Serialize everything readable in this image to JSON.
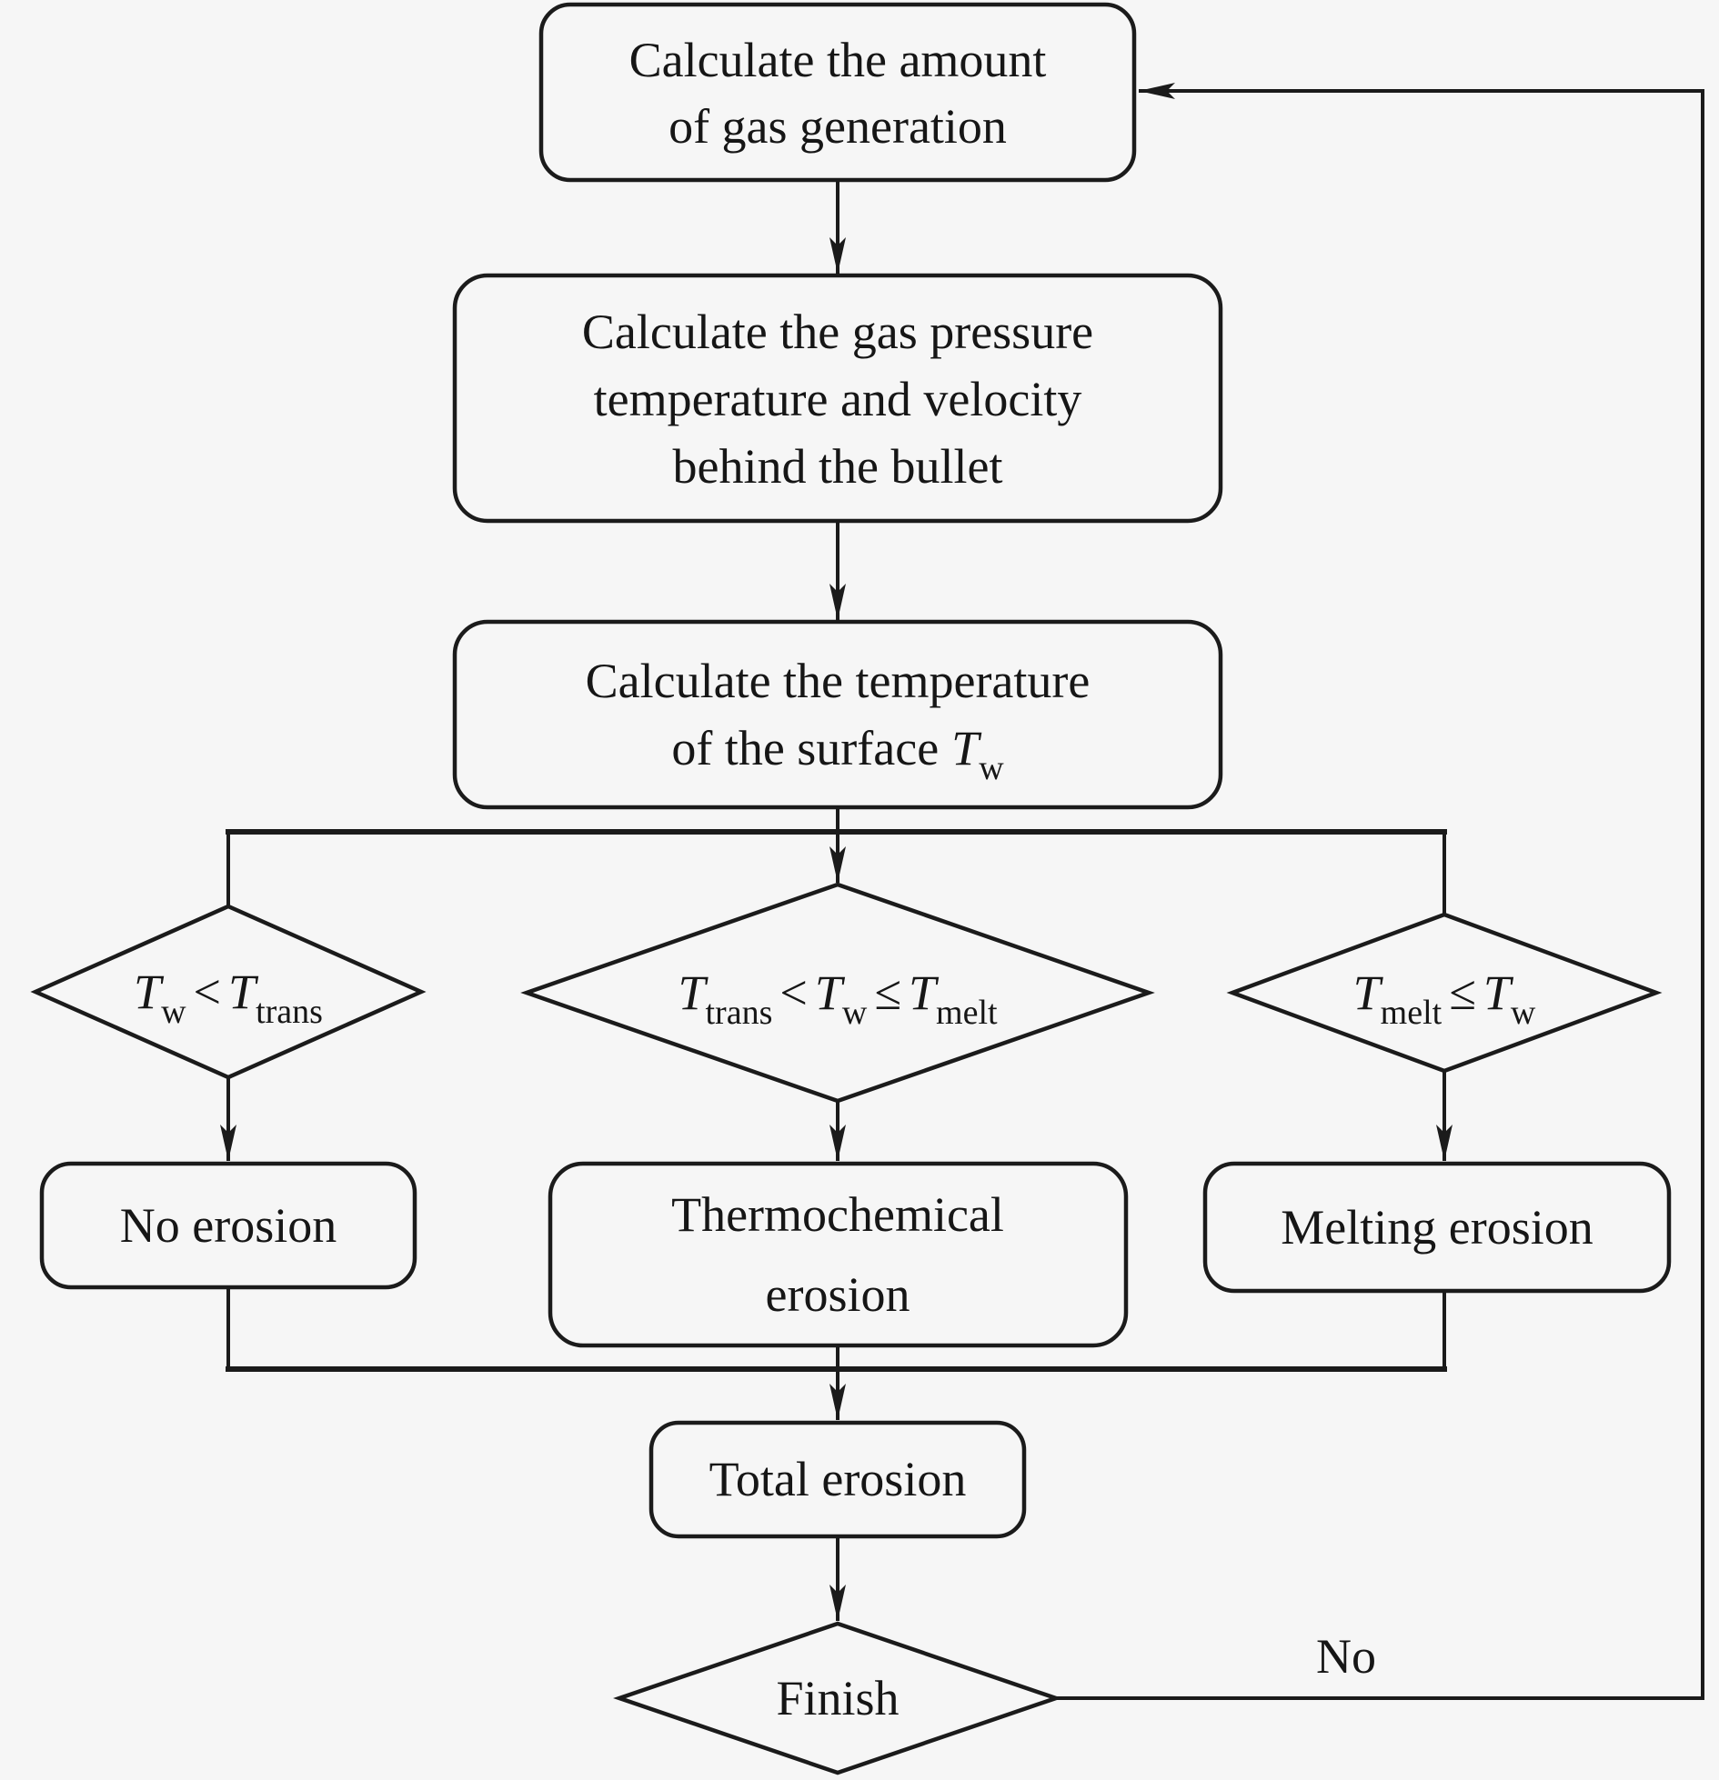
{
  "colors": {
    "background": "#f6f6f6",
    "line": "#1b1b1b",
    "text": "#161616"
  },
  "flowchart": {
    "box1": {
      "line1": "Calculate the amount",
      "line2": "of gas generation"
    },
    "box2": {
      "line1": "Calculate the gas pressure",
      "line2": "temperature and velocity",
      "line3": "behind the bullet"
    },
    "box3": {
      "line1": "Calculate the temperature",
      "line2_text": "of the surface",
      "line2_var": "T",
      "line2_sub": "w"
    },
    "decision_left": {
      "t1": "T",
      "s1": "w",
      "op": "<",
      "t2": "T",
      "s2": "trans"
    },
    "decision_mid": {
      "t1": "T",
      "s1": "trans",
      "op1": "<",
      "t2": "T",
      "s2": "w",
      "op2": "≤",
      "t3": "T",
      "s3": "melt"
    },
    "decision_right": {
      "t1": "T",
      "s1": "melt",
      "op": "≤",
      "t2": "T",
      "s2": "w"
    },
    "result_no_erosion": {
      "label": "No erosion"
    },
    "result_thermochemical": {
      "line1": "Thermochemical",
      "line2": "erosion"
    },
    "result_melting": {
      "label": "Melting erosion"
    },
    "total": {
      "label": "Total erosion"
    },
    "finish": {
      "label": "Finish"
    },
    "loop_label": "No"
  }
}
